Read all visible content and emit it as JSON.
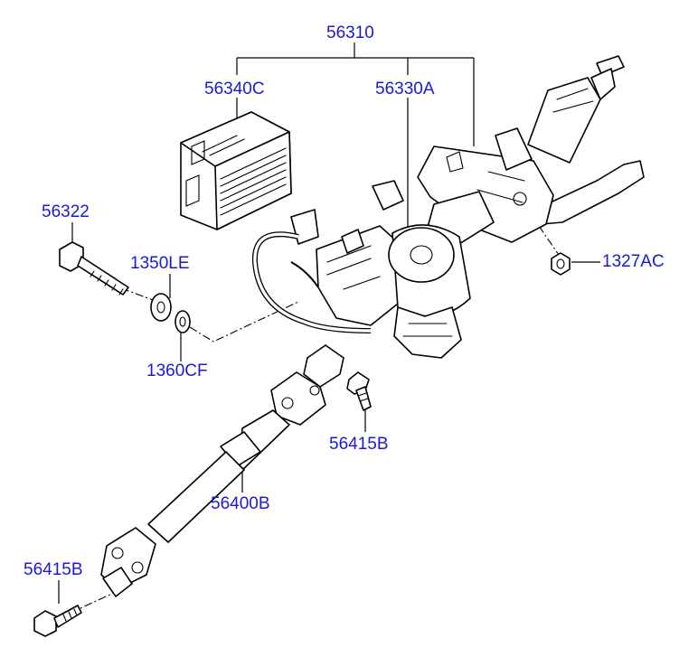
{
  "label_color": "#1a1ad6",
  "labels": {
    "p56310": "56310",
    "p56340c": "56340C",
    "p56330a": "56330A",
    "p56322": "56322",
    "p1350le": "1350LE",
    "p1327ac": "1327AC",
    "p1360cf": "1360CF",
    "p56415b_mid": "56415B",
    "p56400b": "56400B",
    "p56415b_low": "56415B"
  }
}
